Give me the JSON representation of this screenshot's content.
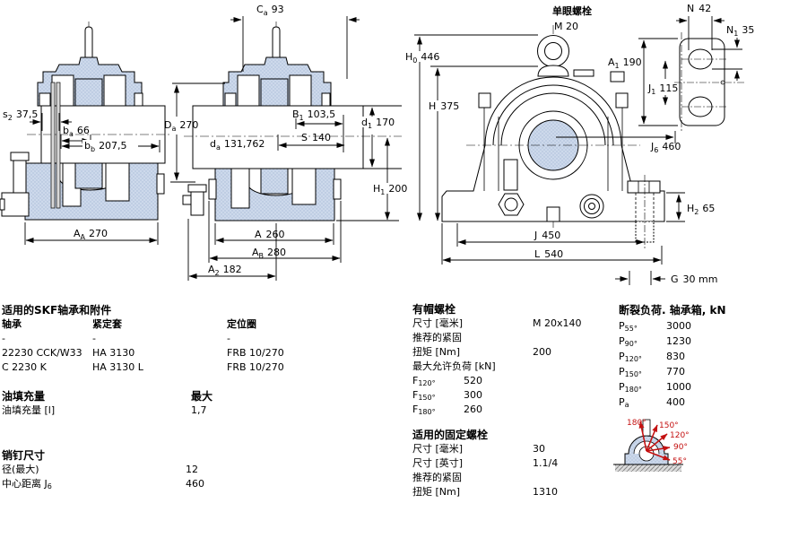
{
  "drawing": {
    "left_view": {
      "dims": {
        "s2": {
          "sym": "s",
          "sub": "2",
          "val": "37,5"
        },
        "ba": {
          "sym": "b",
          "sub": "a",
          "val": "66"
        },
        "bb": {
          "sym": "b",
          "sub": "b",
          "val": "207,5"
        },
        "AA": {
          "sym": "A",
          "sub": "A",
          "val": "270"
        }
      }
    },
    "mid_view": {
      "dims": {
        "Ca": {
          "sym": "C",
          "sub": "a",
          "val": "93"
        },
        "Da": {
          "sym": "D",
          "sub": "a",
          "val": "270"
        },
        "B1": {
          "sym": "B",
          "sub": "1",
          "val": "103,5"
        },
        "d1": {
          "sym": "d",
          "sub": "1",
          "val": "170"
        },
        "S": {
          "sym": "S",
          "sub": "",
          "val": "140"
        },
        "da": {
          "sym": "d",
          "sub": "a",
          "val": "131,762"
        },
        "H1": {
          "sym": "H",
          "sub": "1",
          "val": "200"
        },
        "A": {
          "sym": "A",
          "sub": "",
          "val": "260"
        },
        "AB": {
          "sym": "A",
          "sub": "B",
          "val": "280"
        },
        "A2": {
          "sym": "A",
          "sub": "2",
          "val": "182"
        }
      }
    },
    "front_view": {
      "eyebolt_label": "单眼螺栓",
      "eyebolt_size": "M 20",
      "dims": {
        "H0": {
          "sym": "H",
          "sub": "0",
          "val": "446"
        },
        "H": {
          "sym": "H",
          "sub": "",
          "val": "375"
        },
        "J": {
          "sym": "J",
          "sub": "",
          "val": "450"
        },
        "L": {
          "sym": "L",
          "sub": "",
          "val": "540"
        },
        "H2": {
          "sym": "H",
          "sub": "2",
          "val": "65"
        },
        "G": {
          "sym": "G",
          "sub": "",
          "val": "30 mm"
        },
        "J6": {
          "sym": "J",
          "sub": "6",
          "val": "460"
        }
      }
    },
    "bracket_view": {
      "dims": {
        "N": {
          "sym": "N",
          "sub": "",
          "val": "42"
        },
        "N1": {
          "sym": "N",
          "sub": "1",
          "val": "35"
        },
        "A1": {
          "sym": "A",
          "sub": "1",
          "val": "190"
        },
        "J1": {
          "sym": "J",
          "sub": "1",
          "val": "115"
        }
      }
    }
  },
  "tables": {
    "skf": {
      "title": "适用的SKF轴承和附件",
      "headers": [
        "轴承",
        "紧定套",
        "定位圈"
      ],
      "rows": [
        [
          "-",
          "-",
          "-"
        ],
        [
          "22230 CCK/W33",
          "HA 3130",
          "FRB 10/270"
        ],
        [
          "C 2230 K",
          "HA 3130 L",
          "FRB 10/270"
        ]
      ]
    },
    "oil": {
      "title": "油填充量",
      "max_label": "最大",
      "row_label": "油填充量 [l]",
      "row_value": "1,7"
    },
    "pin": {
      "title": "销钉尺寸",
      "row1_label": "径(最大)",
      "row1_value": "12",
      "row2_label": "中心距离 J",
      "row2_sub": "6",
      "row2_value": "460"
    },
    "cap_bolts": {
      "title": "有帽螺栓",
      "size_label": "尺寸 [毫米]",
      "size_value": "M 20x140",
      "tighten_label": "推荐的紧固",
      "torque_label": "扭矩 [Nm]",
      "torque_value": "200",
      "maxload_label": "最大允许负荷 [kN]",
      "f_rows": [
        {
          "sym": "F",
          "sub": "120°",
          "value": "520"
        },
        {
          "sym": "F",
          "sub": "150°",
          "value": "300"
        },
        {
          "sym": "F",
          "sub": "180°",
          "value": "260"
        }
      ]
    },
    "fix_bolts": {
      "title": "适用的固定螺栓",
      "rows": [
        {
          "label": "尺寸 [毫米]",
          "value": "30"
        },
        {
          "label": "尺寸 [英寸]",
          "value": "1.1/4"
        },
        {
          "label": "推荐的紧固",
          "value": ""
        },
        {
          "label": "扭矩 [Nm]",
          "value": "1310"
        }
      ]
    },
    "breaking": {
      "title": "断裂负荷. 轴承箱, kN",
      "rows": [
        {
          "sym": "P",
          "sub": "55°",
          "value": "3000"
        },
        {
          "sym": "P",
          "sub": "90°",
          "value": "1230"
        },
        {
          "sym": "P",
          "sub": "120°",
          "value": "830"
        },
        {
          "sym": "P",
          "sub": "150°",
          "value": "770"
        },
        {
          "sym": "P",
          "sub": "180°",
          "value": "1000"
        },
        {
          "sym": "P",
          "sub": "a",
          "value": "400"
        }
      ]
    }
  },
  "angle_diagram": {
    "labels": [
      "180°",
      "150°",
      "120°",
      "90°",
      "55°"
    ],
    "arrow_color": "#c41111"
  },
  "colors": {
    "housing_fill": "#cdd9eb",
    "housing_dots": "#a9bdd8",
    "bore_fill": "#c2d1e6",
    "line": "#000000"
  }
}
